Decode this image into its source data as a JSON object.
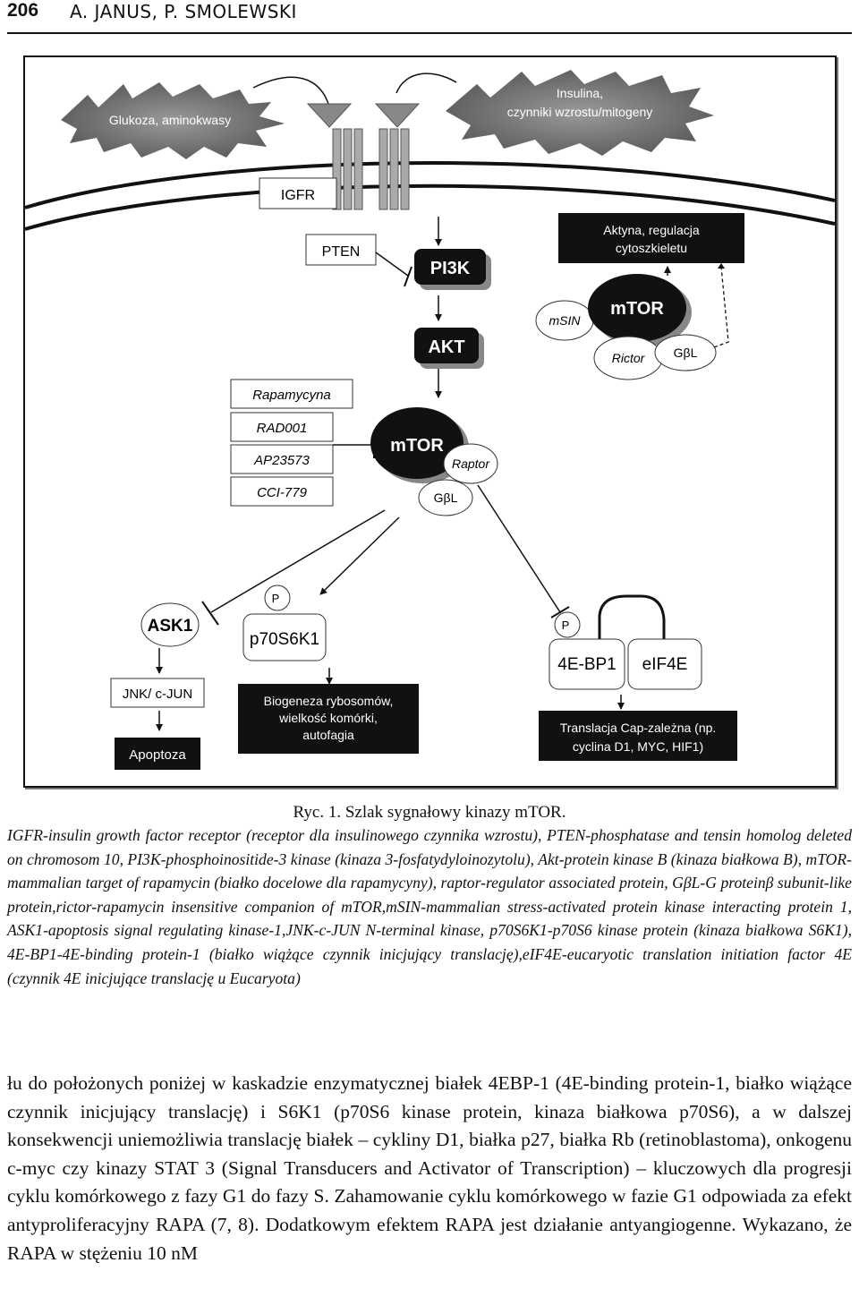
{
  "header": {
    "page_number": "206",
    "authors": "A. JANUS, P. SMOLEWSKI"
  },
  "figure": {
    "inputs": {
      "left": "Glukoza, aminokwasy",
      "right_line1": "Insulina,",
      "right_line2": "czynniki wzrostu/mitogeny"
    },
    "nodes": {
      "igfr": "IGFR",
      "pten": "PTEN",
      "pi3k": "PI3K",
      "akt": "AKT",
      "msin": "mSIN",
      "mtor2": "mTOR",
      "rictor": "Rictor",
      "gbl2": "GβL",
      "aktyna_line1": "Aktyna, regulacja",
      "aktyna_line2": "cytoszkieletu",
      "mtor1": "mTOR",
      "raptor": "Raptor",
      "gbl1": "GβL",
      "ask1": "ASK1",
      "p70s6k1": "p70S6K1",
      "ebp1": "4E-BP1",
      "eif4e": "eIF4E",
      "phospho1": "P",
      "phospho2": "P",
      "jnk": "JNK/ c-JUN",
      "apoptoza": "Apoptoza",
      "bio_line1": "Biogeneza rybosomów,",
      "bio_line2": "wielkość komórki,",
      "bio_line3": "autofagia",
      "trans_line1": "Translacja Cap-zależna (np.",
      "trans_line2": "cyclina D1, MYC, HIF1)"
    },
    "inhibitors": {
      "rapamycyna": "Rapamycyna",
      "rad001": "RAD001",
      "ap23573": "AP23573",
      "cci779": "CCI-779"
    }
  },
  "caption": {
    "title": "Ryc. 1. Szlak sygnałowy kinazy mTOR.",
    "text": "IGFR-insulin growth factor receptor (receptor dla insulinowego czynnika wzrostu), PTEN-phosphatase and tensin homolog deleted on chromosom 10, PI3K-phosphoinositide-3 kinase (kinaza 3-fosfatydyloinozytolu), Akt-protein kinase B (kinaza białkowa B), mTOR-mammalian target of rapamycin (białko docelowe dla rapamycyny), raptor-regulator associated protein, GβL-G proteinβ subunit-like protein,rictor-rapamycin insensitive companion of mTOR,mSIN-mammalian stress-activated protein kinase interacting protein 1, ASK1-apoptosis signal regulating kinase-1,JNK-c-JUN N-terminal kinase, p70S6K1-p70S6 kinase protein (kinaza białkowa S6K1), 4E-BP1-4E-binding protein-1 (białko wiążące czynnik inicjujący translację),eIF4E-eucaryotic translation initiation factor 4E (czynnik 4E inicjujące translację u Eucaryota)"
  },
  "body": {
    "text": "łu do położonych poniżej w kaskadzie enzymatycznej białek 4EBP-1 (4E-binding protein-1, białko wiążące czynnik inicjujący translację) i S6K1 (p70S6 kinase protein, kinaza białkowa p70S6), a w dalszej konsekwencji uniemożliwia translację białek – cykliny D1, białka p27, białka Rb (retinoblastoma), onkogenu c-myc czy kinazy STAT 3 (Signal Transducers and Activator of Transcription) – kluczowych dla progresji cyklu komórkowego z fazy G1 do fazy S. Zahamowanie cyklu komórkowego w fazie G1 odpowiada za efekt antyproliferacyjny RAPA (7, 8). Dodatkowym efektem RAPA jest działanie antyangiogenne. Wykazano, że RAPA w stężeniu 10 nM"
  }
}
